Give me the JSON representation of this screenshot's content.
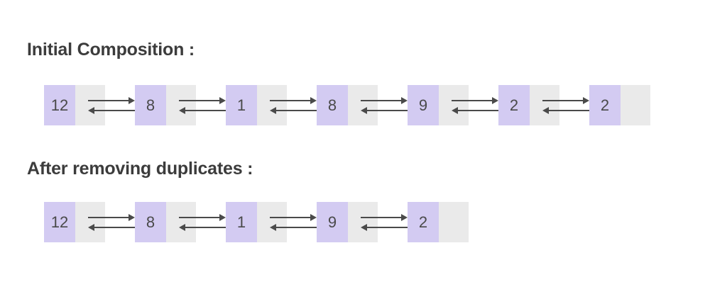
{
  "page": {
    "background_color": "#ffffff",
    "node_value_color": "#d3cbf2",
    "node_pointer_color": "#eaeaea",
    "arrow_color": "#4a4a4a",
    "text_color": "#4a4a4a",
    "heading_color": "#3c3c3c"
  },
  "sections": [
    {
      "heading": "Initial Composition :",
      "values": [
        "12",
        "8",
        "1",
        "8",
        "9",
        "2",
        "2"
      ]
    },
    {
      "heading": "After removing duplicates :",
      "values": [
        "12",
        "8",
        "1",
        "9",
        "2"
      ]
    }
  ]
}
